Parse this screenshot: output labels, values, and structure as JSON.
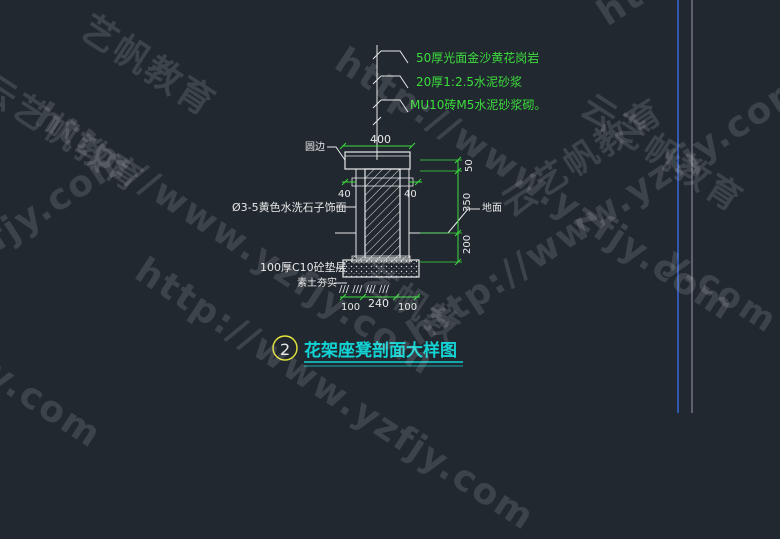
{
  "drawing": {
    "title_number": "2",
    "title": "花架座凳剖面大样图",
    "callouts": {
      "layer1": "50厚光面金沙黄花岗岩",
      "layer2": "20厚1:2.5水泥砂浆",
      "layer3": "MU10砖M5水泥砂浆砌。",
      "edge": "圆边",
      "finish": "Ø3-5黄色水洗石子饰面",
      "ground": "地面",
      "cushion": "100厚C10砼垫层",
      "soil": "素土夯实"
    },
    "dimensions": {
      "top_width": "400",
      "left_recess": "40",
      "right_recess": "40",
      "upper_height": "350",
      "lower_height": "200",
      "top_band": "50",
      "base_left": "100",
      "base_mid": "240",
      "base_right": "100"
    }
  },
  "watermark": {
    "url": "http://www.yzfjy.com",
    "brand": "云艺帆教育",
    "fragments": [
      "fjy.com",
      "jy.com",
      "艺帆教育",
      "艺帆教",
      "y.com",
      "http://www.y"
    ]
  },
  "colors": {
    "background": "#212830",
    "cyan": "#13d4d4",
    "green": "#3cdc3c",
    "white": "#e8e8e8",
    "violet": "#b08cff",
    "yellow": "#e6e63a",
    "magenta": "#e040e0",
    "blue_border": "#3c78ff"
  }
}
